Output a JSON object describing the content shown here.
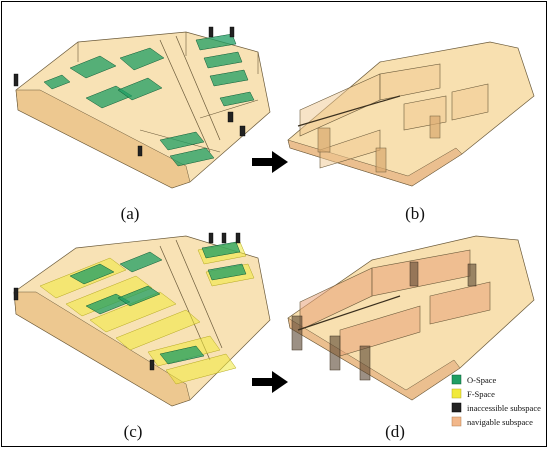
{
  "panels": {
    "a": "(a)",
    "b": "(b)",
    "c": "(c)",
    "d": "(d)"
  },
  "legend": {
    "items": [
      {
        "label": "O-Space",
        "color": "#1f9e63"
      },
      {
        "label": "F-Space",
        "color": "#f1ea3a"
      },
      {
        "label": "inaccessible subspace",
        "color": "#222222"
      },
      {
        "label": "navigable subspace",
        "color": "#f2b78a"
      }
    ]
  },
  "colors": {
    "room_fill": "#f6d89c",
    "room_stroke": "#6b5a3a",
    "arrow": "#000000"
  }
}
